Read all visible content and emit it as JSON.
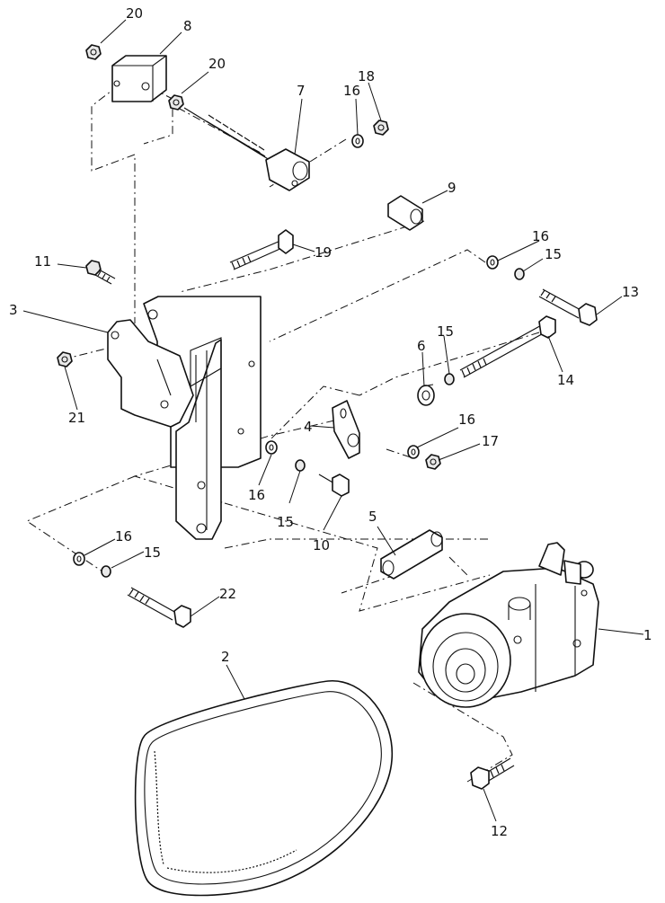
{
  "callouts": {
    "c1": "1",
    "c2": "2",
    "c3": "3",
    "c4": "4",
    "c5": "5",
    "c6": "6",
    "c7": "7",
    "c8": "8",
    "c9": "9",
    "c10": "10",
    "c11": "11",
    "c12": "12",
    "c13": "13",
    "c14": "14",
    "c15a": "15",
    "c15b": "15",
    "c15c": "15",
    "c15d": "15",
    "c16a": "16",
    "c16b": "16",
    "c16c": "16",
    "c16d": "16",
    "c16e": "16",
    "c17": "17",
    "c18": "18",
    "c19": "19",
    "c20a": "20",
    "c20b": "20",
    "c21": "21",
    "c22": "22"
  }
}
